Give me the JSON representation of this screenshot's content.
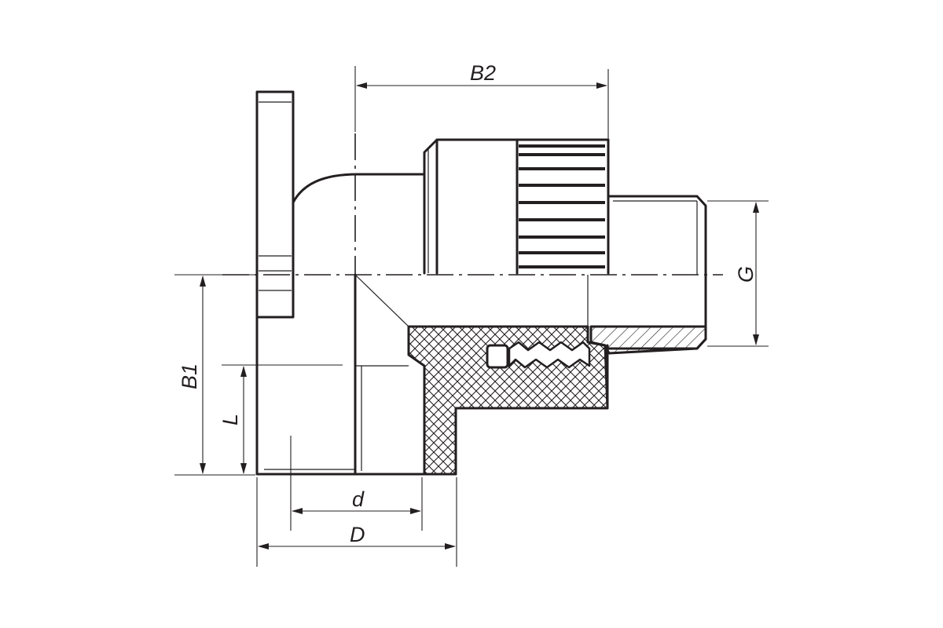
{
  "labels": {
    "b2": "B2",
    "g": "G",
    "b1": "B1",
    "l": "L",
    "d": "d",
    "big_d": "D"
  }
}
